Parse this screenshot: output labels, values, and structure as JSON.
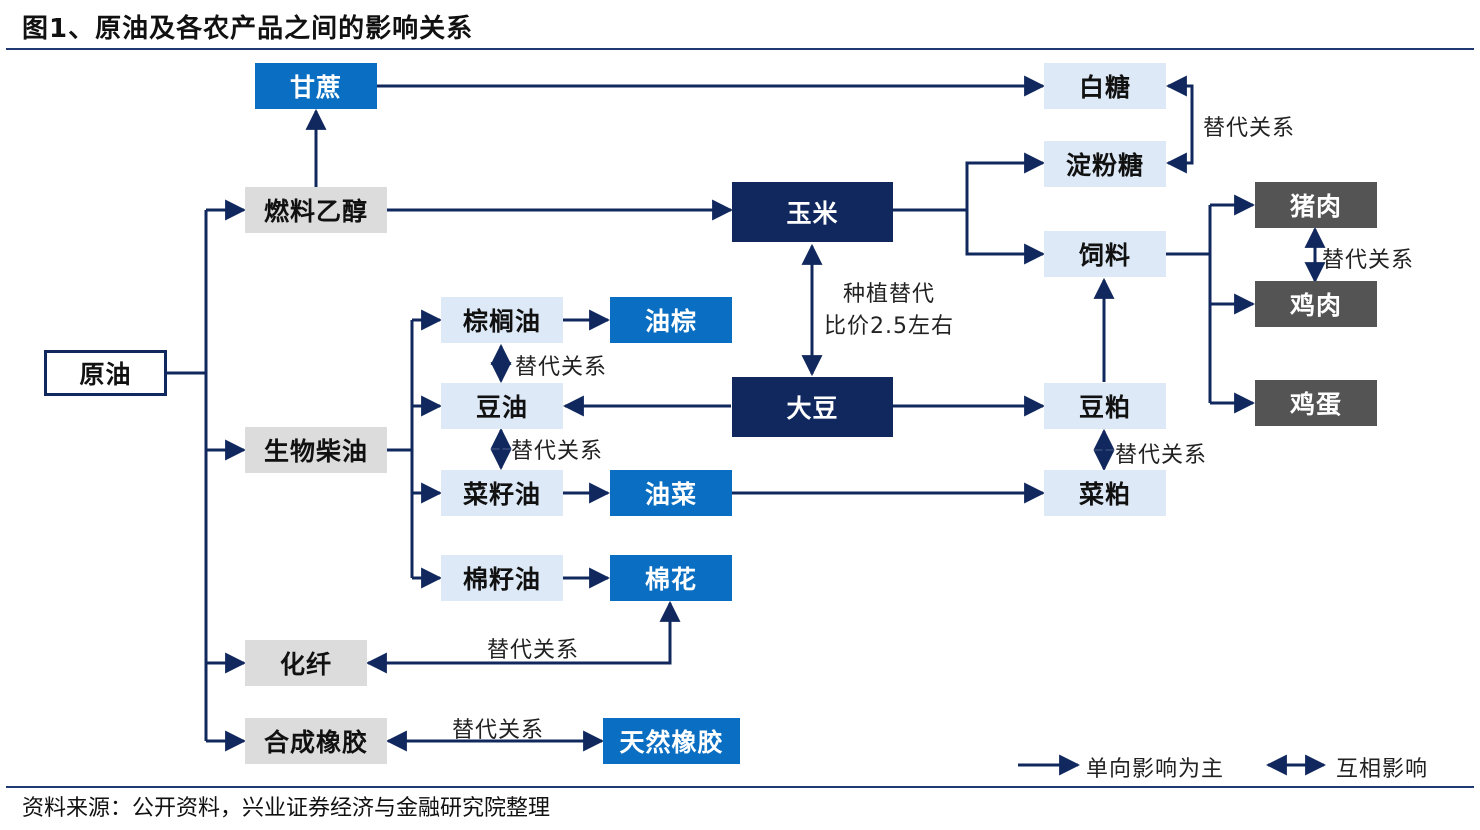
{
  "title": "图1、原油及各农产品之间的影响关系",
  "source": "资料来源：公开资料，兴业证券经济与金融研究院整理",
  "nodes": {
    "crude_oil": "原油",
    "sugarcane": "甘蔗",
    "fuel_ethanol": "燃料乙醇",
    "biodiesel": "生物柴油",
    "chemical_fiber": "化纤",
    "synthetic_rubber": "合成橡胶",
    "palm_oil": "棕榈油",
    "soybean_oil": "豆油",
    "rapeseed_oil": "菜籽油",
    "cottonseed_oil": "棉籽油",
    "oil_palm": "油棕",
    "rapeseed": "油菜",
    "cotton": "棉花",
    "natural_rubber": "天然橡胶",
    "corn": "玉米",
    "soybean": "大豆",
    "white_sugar": "白糖",
    "starch_sugar": "淀粉糖",
    "feed": "饲料",
    "soybean_meal": "豆粕",
    "rapeseed_meal": "菜粕",
    "pork": "猪肉",
    "chicken": "鸡肉",
    "eggs": "鸡蛋"
  },
  "labels": {
    "substitution": "替代关系",
    "planting_sub_line1": "种植替代",
    "planting_sub_line2": "比价2.5左右"
  },
  "legend": {
    "one_way": "单向影响为主",
    "two_way": "互相影响"
  },
  "colors": {
    "arrow": "#10285e",
    "blue_box": "#0a6fc2",
    "navy_box": "#10285e",
    "grey_box": "#dcdcdc",
    "light_box": "#dde9f6",
    "dark_box": "#545454"
  }
}
